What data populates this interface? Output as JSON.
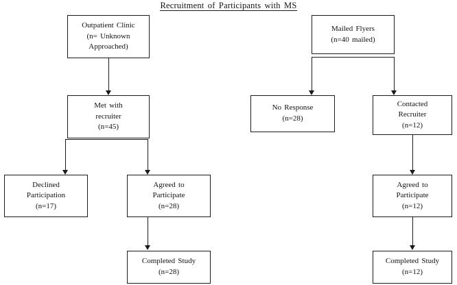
{
  "title": "Recruitment of Participants with MS",
  "diagram": {
    "type": "flowchart",
    "nodes": [
      {
        "id": "outpatient-clinic",
        "lines": [
          "Outpatient  Clinic",
          "(n= Unknown",
          "Approached)"
        ],
        "n_label": "n= Unknown Approached",
        "count": null
      },
      {
        "id": "mailed-flyers",
        "lines": [
          "Mailed  Flyers",
          "(n=40 mailed)"
        ],
        "n_label": "n=40 mailed",
        "count": 40
      },
      {
        "id": "met-with-recruiter",
        "lines": [
          "Met with",
          "recruiter",
          "(n=45)"
        ],
        "n_label": "n=45",
        "count": 45
      },
      {
        "id": "no-response",
        "lines": [
          "No Response",
          "(n=28)"
        ],
        "n_label": "n=28",
        "count": 28
      },
      {
        "id": "contacted-recruiter",
        "lines": [
          "Contacted",
          "Recruiter",
          "(n=12)"
        ],
        "n_label": "n=12",
        "count": 12
      },
      {
        "id": "declined-participation",
        "lines": [
          "Declined",
          "Participation",
          "(n=17)"
        ],
        "n_label": "n=17",
        "count": 17
      },
      {
        "id": "agreed-to-participate-clinic",
        "lines": [
          "Agreed to",
          "Participate",
          "(n=28)"
        ],
        "n_label": "n=28",
        "count": 28
      },
      {
        "id": "agreed-to-participate-flyers",
        "lines": [
          "Agreed to",
          "Participate",
          "(n=12)"
        ],
        "n_label": "n=12",
        "count": 12
      },
      {
        "id": "completed-study-clinic",
        "lines": [
          "Completed  Study",
          "(n=28)"
        ],
        "n_label": "n=28",
        "count": 28
      },
      {
        "id": "completed-study-flyers",
        "lines": [
          "Completed  Study",
          "(n=12)"
        ],
        "n_label": "n=12",
        "count": 12
      }
    ],
    "edges": [
      {
        "from": "outpatient-clinic",
        "to": "met-with-recruiter"
      },
      {
        "from": "met-with-recruiter",
        "to": "declined-participation"
      },
      {
        "from": "met-with-recruiter",
        "to": "agreed-to-participate-clinic"
      },
      {
        "from": "agreed-to-participate-clinic",
        "to": "completed-study-clinic"
      },
      {
        "from": "mailed-flyers",
        "to": "no-response"
      },
      {
        "from": "mailed-flyers",
        "to": "contacted-recruiter"
      },
      {
        "from": "contacted-recruiter",
        "to": "agreed-to-participate-flyers"
      },
      {
        "from": "agreed-to-participate-flyers",
        "to": "completed-study-flyers"
      }
    ]
  }
}
